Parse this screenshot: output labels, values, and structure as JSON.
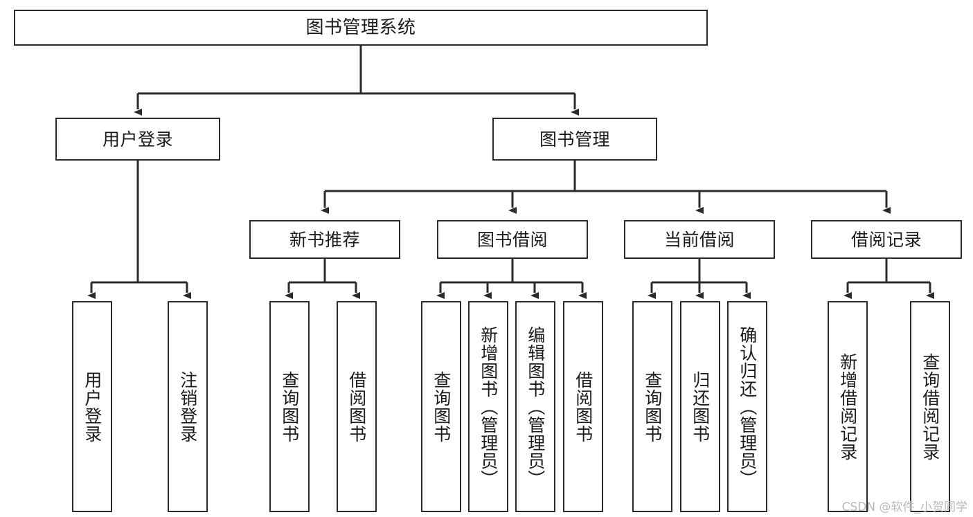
{
  "diagram": {
    "title": "图书管理系统",
    "type": "tree-hierarchy-chart",
    "watermark": "CSDN @软件_小贺同学",
    "colors": {
      "box_border": "#2b2b2b",
      "box_fill": "#ffffff",
      "line": "#2b2b2b",
      "text": "#1b1b1b",
      "watermark": "#b9b9b9",
      "background": "#ffffff"
    },
    "root": {
      "label": "图书管理系统"
    },
    "level2": [
      {
        "label": "用户登录"
      },
      {
        "label": "图书管理"
      }
    ],
    "level3": [
      {
        "label": "新书推荐"
      },
      {
        "label": "图书借阅"
      },
      {
        "label": "当前借阅"
      },
      {
        "label": "借阅记录"
      }
    ],
    "leaves": {
      "user_login": [
        {
          "label": "用户登录"
        },
        {
          "label": "注销登录"
        }
      ],
      "new_book_recommend": [
        {
          "label": "查询图书"
        },
        {
          "label": "借阅图书"
        }
      ],
      "book_borrow": [
        {
          "label": "查询图书"
        },
        {
          "label": "新增图书（管理员）"
        },
        {
          "label": "编辑图书（管理员）"
        },
        {
          "label": "借阅图书"
        }
      ],
      "current_borrow": [
        {
          "label": "查询图书"
        },
        {
          "label": "归还图书"
        },
        {
          "label": "确认归还（管理员）"
        }
      ],
      "borrow_record": [
        {
          "label": "新增借阅记录"
        },
        {
          "label": "查询借阅记录"
        }
      ]
    }
  }
}
